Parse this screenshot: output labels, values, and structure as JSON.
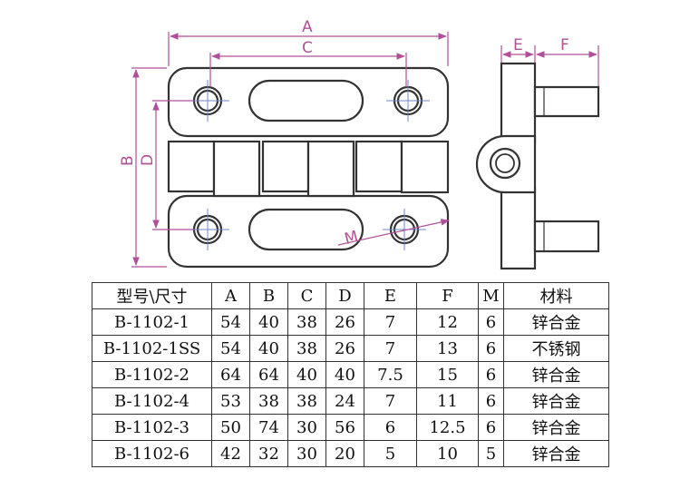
{
  "dimension_labels": {
    "a": "A",
    "b": "B",
    "c": "C",
    "d": "D",
    "e": "E",
    "f": "F",
    "m": "M"
  },
  "table": {
    "headers": [
      "型号\\尺寸",
      "A",
      "B",
      "C",
      "D",
      "E",
      "F",
      "M",
      "材料"
    ],
    "rows": [
      [
        "B-1102-1",
        "54",
        "40",
        "38",
        "26",
        "7",
        "12",
        "6",
        "锌合金"
      ],
      [
        "B-1102-1SS",
        "54",
        "40",
        "38",
        "26",
        "7",
        "13",
        "6",
        "不锈钢"
      ],
      [
        "B-1102-2",
        "64",
        "64",
        "40",
        "40",
        "7.5",
        "15",
        "6",
        "锌合金"
      ],
      [
        "B-1102-4",
        "53",
        "38",
        "38",
        "24",
        "7",
        "11",
        "6",
        "锌合金"
      ],
      [
        "B-1102-3",
        "50",
        "74",
        "30",
        "56",
        "6",
        "12.5",
        "6",
        "锌合金"
      ],
      [
        "B-1102-6",
        "42",
        "32",
        "30",
        "20",
        "5",
        "10",
        "5",
        "锌合金"
      ]
    ]
  },
  "colors": {
    "outline": "#333333",
    "dimension": "#b0509a",
    "centerline": "#6f86c9"
  }
}
